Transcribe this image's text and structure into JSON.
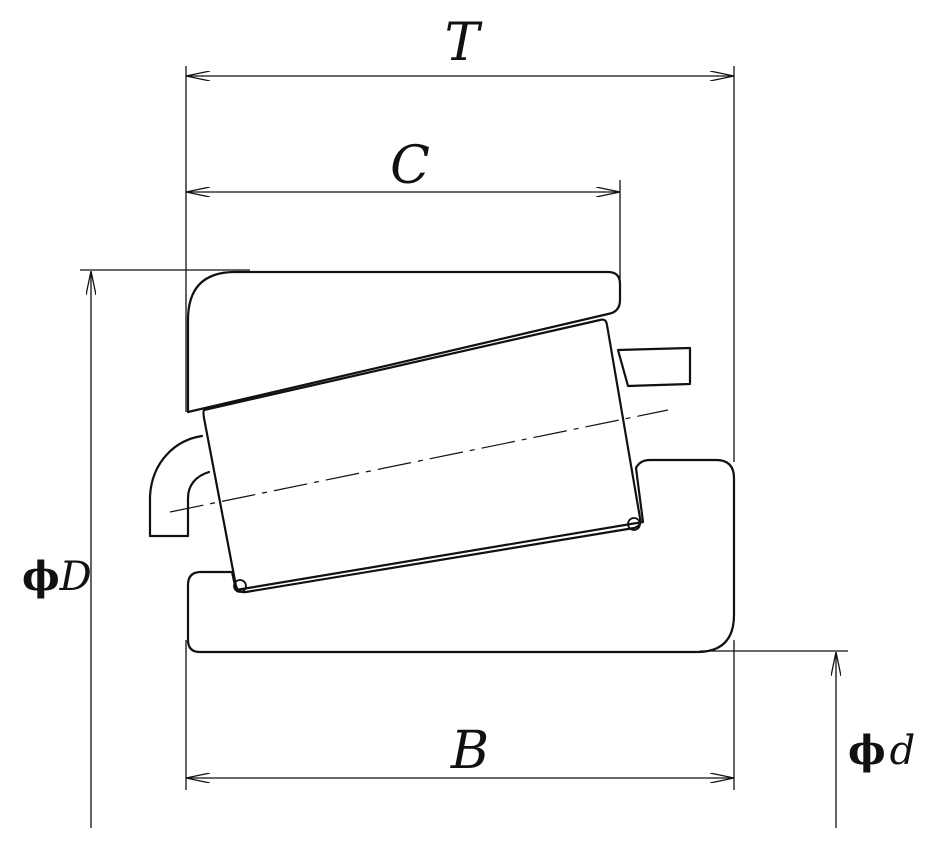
{
  "diagram": {
    "labels": {
      "T": "T",
      "C": "C",
      "B": "B",
      "phiD_symbol": "ϕ",
      "phiD_letter": "D",
      "phid_symbol": "ϕ",
      "phid_letter": "d"
    },
    "colors": {
      "stroke": "#111111",
      "background": "#ffffff"
    }
  }
}
